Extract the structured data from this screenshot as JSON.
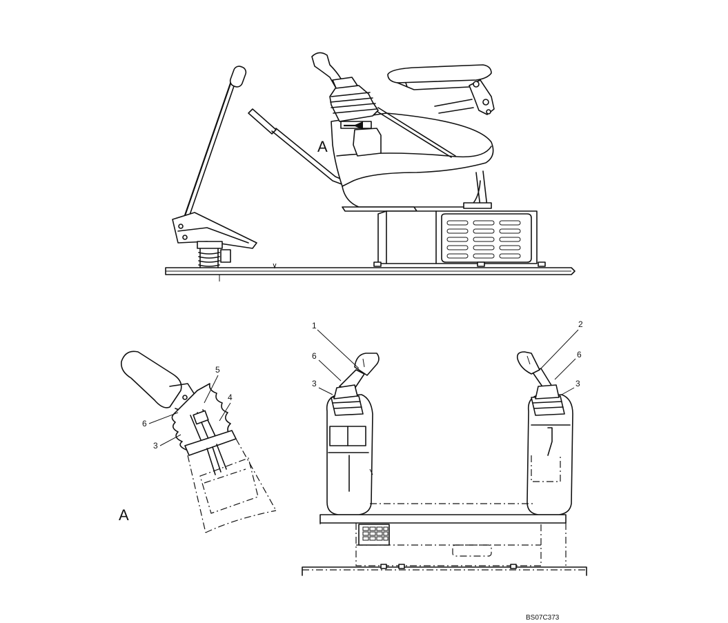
{
  "view_label_main": "A",
  "view_label_detail": "A",
  "callouts_detail": {
    "c5": "5",
    "c4": "4",
    "c6": "6",
    "c3": "3"
  },
  "callouts_front": {
    "c1": "1",
    "c6_left": "6",
    "c3_left": "3",
    "c2": "2",
    "c6_right": "6",
    "c3_right": "3"
  },
  "figure_code": "BS07C373"
}
